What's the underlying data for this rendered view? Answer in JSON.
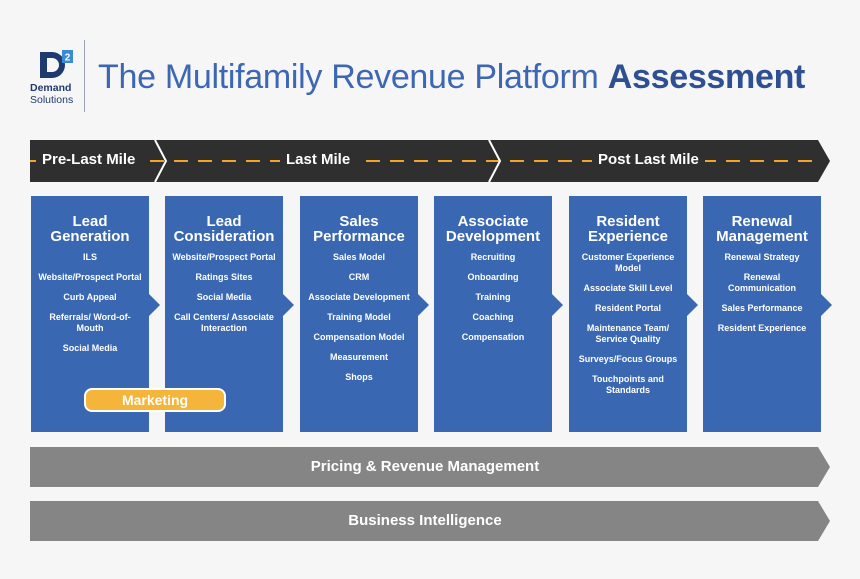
{
  "brand": {
    "logo_name_line1": "Demand",
    "logo_name_line2": "Solutions",
    "logo_superscript": "2",
    "title_light": "The Multifamily Revenue Platform ",
    "title_bold": "Assessment",
    "colors": {
      "blue": "#3a67b2",
      "dark": "#2f2f2f",
      "grey": "#858585",
      "orange": "#f5b43a",
      "dash": "#f2a42a"
    }
  },
  "roadmap": {
    "stages": [
      "Pre-Last Mile",
      "Last Mile",
      "Post Last Mile"
    ]
  },
  "columns": [
    {
      "title": "Lead Generation",
      "items": [
        "ILS",
        "Website/Prospect Portal",
        "Curb Appeal",
        "Referrals/ Word-of-Mouth",
        "Social Media"
      ]
    },
    {
      "title": "Lead Consideration",
      "items": [
        "Website/Prospect Portal",
        "Ratings Sites",
        "Social Media",
        "Call Centers/ Associate Interaction"
      ]
    },
    {
      "title": "Sales Performance",
      "items": [
        "Sales Model",
        "CRM",
        "Associate Development",
        "Training Model",
        "Compensation Model",
        "Measurement",
        "Shops"
      ]
    },
    {
      "title": "Associate Development",
      "items": [
        "Recruiting",
        "Onboarding",
        "Training",
        "Coaching",
        "Compensation"
      ]
    },
    {
      "title": "Resident Experience",
      "items": [
        "Customer Experience Model",
        "Associate Skill Level",
        "Resident Portal",
        "Maintenance Team/ Service Quality",
        "Surveys/Focus Groups",
        "Touchpoints and Standards"
      ]
    },
    {
      "title": "Renewal Management",
      "items": [
        "Renewal Strategy",
        "Renewal Communication",
        "Sales Performance",
        "Resident Experience"
      ]
    }
  ],
  "marketing_label": "Marketing",
  "bars": {
    "pricing": "Pricing & Revenue Management",
    "bi": "Business Intelligence"
  }
}
